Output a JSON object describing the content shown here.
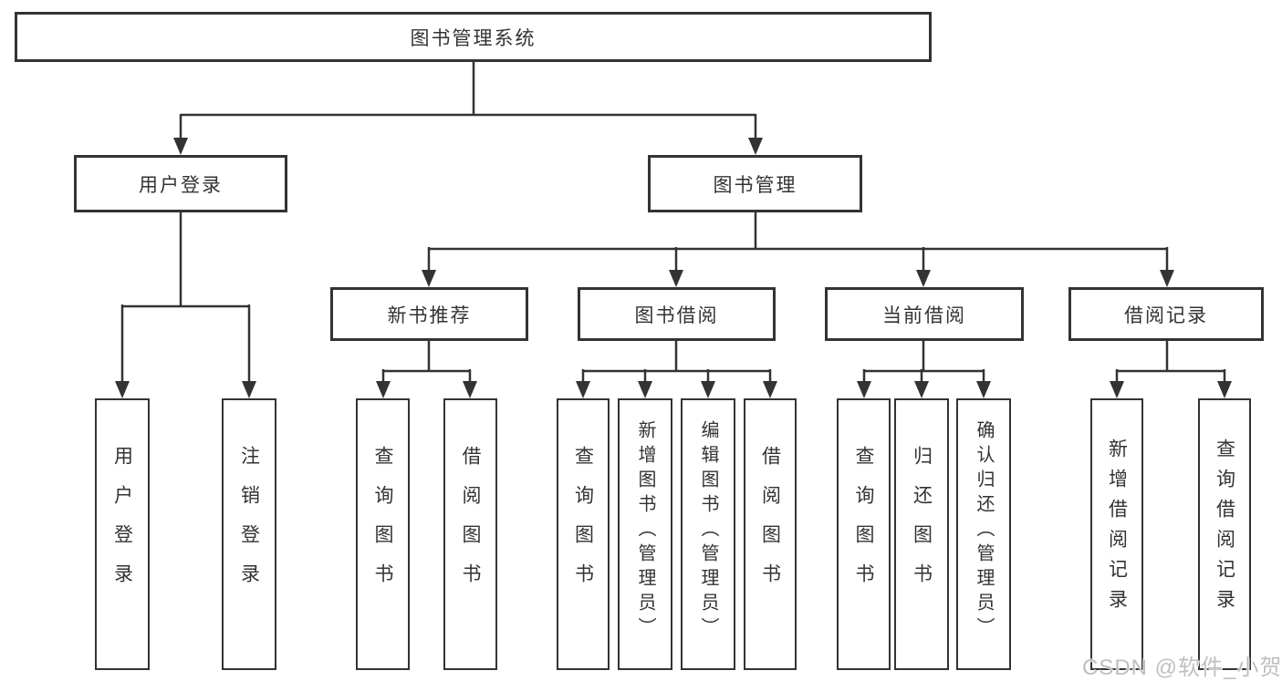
{
  "diagram": {
    "title": "图书管理系统",
    "tree": {
      "label": "图书管理系统",
      "children": [
        {
          "label": "用户登录",
          "children": [
            {
              "label": "用户登录"
            },
            {
              "label": "注销登录"
            }
          ]
        },
        {
          "label": "图书管理",
          "children": [
            {
              "label": "新书推荐",
              "children": [
                {
                  "label": "查询图书"
                },
                {
                  "label": "借阅图书"
                }
              ]
            },
            {
              "label": "图书借阅",
              "children": [
                {
                  "label": "查询图书"
                },
                {
                  "label": "新增图书（管理员）"
                },
                {
                  "label": "编辑图书（管理员）"
                },
                {
                  "label": "借阅图书"
                }
              ]
            },
            {
              "label": "当前借阅",
              "children": [
                {
                  "label": "查询图书"
                },
                {
                  "label": "归还图书"
                },
                {
                  "label": "确认归还（管理员）"
                }
              ]
            },
            {
              "label": "借阅记录",
              "children": [
                {
                  "label": "新增借阅记录"
                },
                {
                  "label": "查询借阅记录"
                }
              ]
            }
          ]
        }
      ]
    },
    "colors": {
      "line": "#333333",
      "box_border": "#333333",
      "text": "#333333",
      "background": "#ffffff"
    }
  },
  "watermark": {
    "text": "CSDN @软件_小贺同学"
  }
}
